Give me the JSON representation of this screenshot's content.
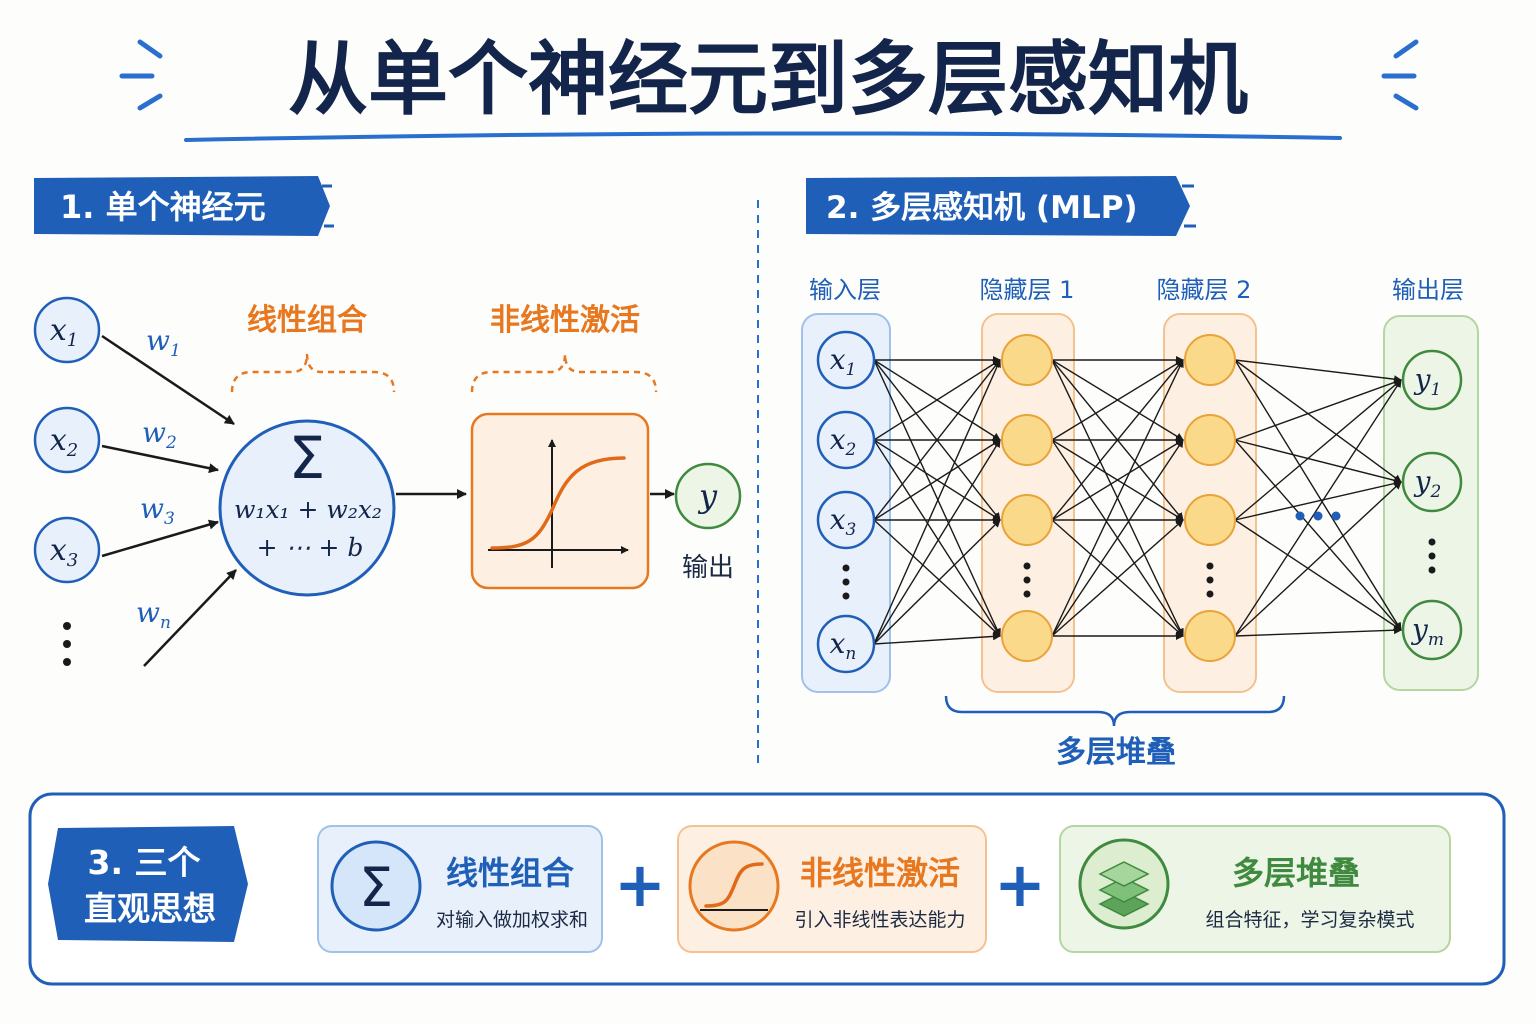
{
  "title": "从单个神经元到多层感知机",
  "colors": {
    "navy": "#13254a",
    "blue": "#1f5fb8",
    "orange": "#e8781f",
    "green": "#3f8a3f",
    "blue_fill": "#e7f0fb",
    "orange_fill": "#fdf0e2",
    "green_fill": "#edf5e6",
    "node_fill": "#fbd98a"
  },
  "section1": {
    "label": "1. 单个神经元",
    "inputs": {
      "x1_base": "x",
      "x1_sub": "1",
      "x2_base": "x",
      "x2_sub": "2",
      "x3_base": "x",
      "x3_sub": "3",
      "ellipsis": "⋮"
    },
    "weights": {
      "w1_base": "w",
      "w1_sub": "1",
      "w2_base": "w",
      "w2_sub": "2",
      "w3_base": "w",
      "w3_sub": "3",
      "wn_base": "w",
      "wn_sub": "n"
    },
    "linear_label": "线性组合",
    "nonlinear_label": "非线性激活",
    "sum_symbol": "Σ",
    "formula_line1": "w₁x₁ + w₂x₂",
    "formula_line2": "+ ⋯ + b",
    "output_symbol": "y",
    "output_label": "输出"
  },
  "section2": {
    "label": "2. 多层感知机 (MLP)",
    "layer_input": "输入层",
    "layer_hidden1": "隐藏层 1",
    "layer_hidden2": "隐藏层 2",
    "layer_output": "输出层",
    "inputs": {
      "x1_base": "x",
      "x1_sub": "1",
      "x2_base": "x",
      "x2_sub": "2",
      "x3_base": "x",
      "x3_sub": "3",
      "xn_base": "x",
      "xn_sub": "n"
    },
    "outputs": {
      "y1_base": "y",
      "y1_sub": "1",
      "y2_base": "y",
      "y2_sub": "2",
      "ym_base": "y",
      "ym_sub": "m"
    },
    "vdots": "⋮",
    "hdots": "• • •",
    "stack_label": "多层堆叠"
  },
  "section3": {
    "label_line1": "3. 三个",
    "label_line2": "直观思想",
    "card1_title": "线性组合",
    "card1_desc": "对输入做加权求和",
    "card1_icon": "sum-icon",
    "card2_title": "非线性激活",
    "card2_desc": "引入非线性表达能力",
    "card2_icon": "sigmoid-icon",
    "card3_title": "多层堆叠",
    "card3_desc": "组合特征，学习复杂模式",
    "card3_icon": "layers-icon",
    "plus": "+"
  }
}
